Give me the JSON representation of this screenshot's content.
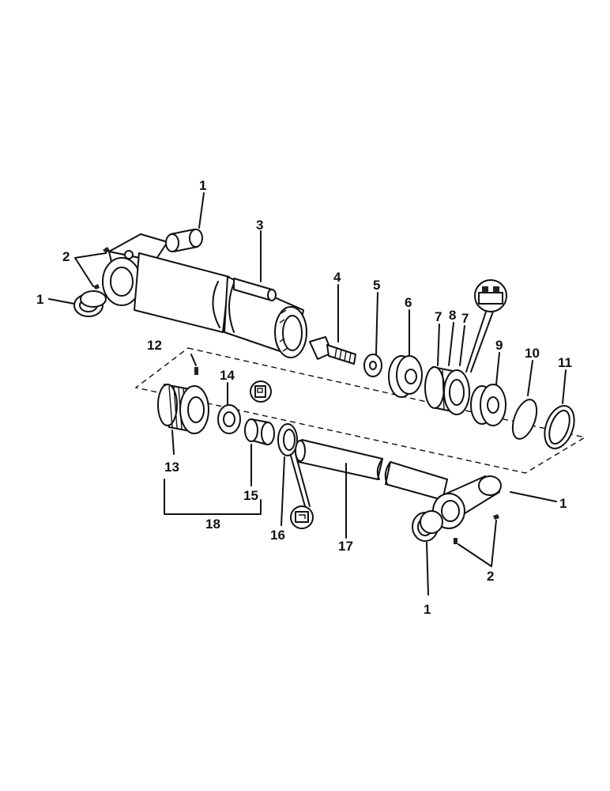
{
  "callouts": {
    "c1a": "1",
    "c1b": "1",
    "c1c": "1",
    "c1d": "1",
    "c2a": "2",
    "c2b": "2",
    "c3": "3",
    "c4": "4",
    "c5": "5",
    "c6": "6",
    "c7a": "7",
    "c8": "8",
    "c7b": "7",
    "c9": "9",
    "c10": "10",
    "c11": "11",
    "c12": "12",
    "c13": "13",
    "c14": "14",
    "c15": "15",
    "c16": "16",
    "c17": "17",
    "c18": "18"
  }
}
